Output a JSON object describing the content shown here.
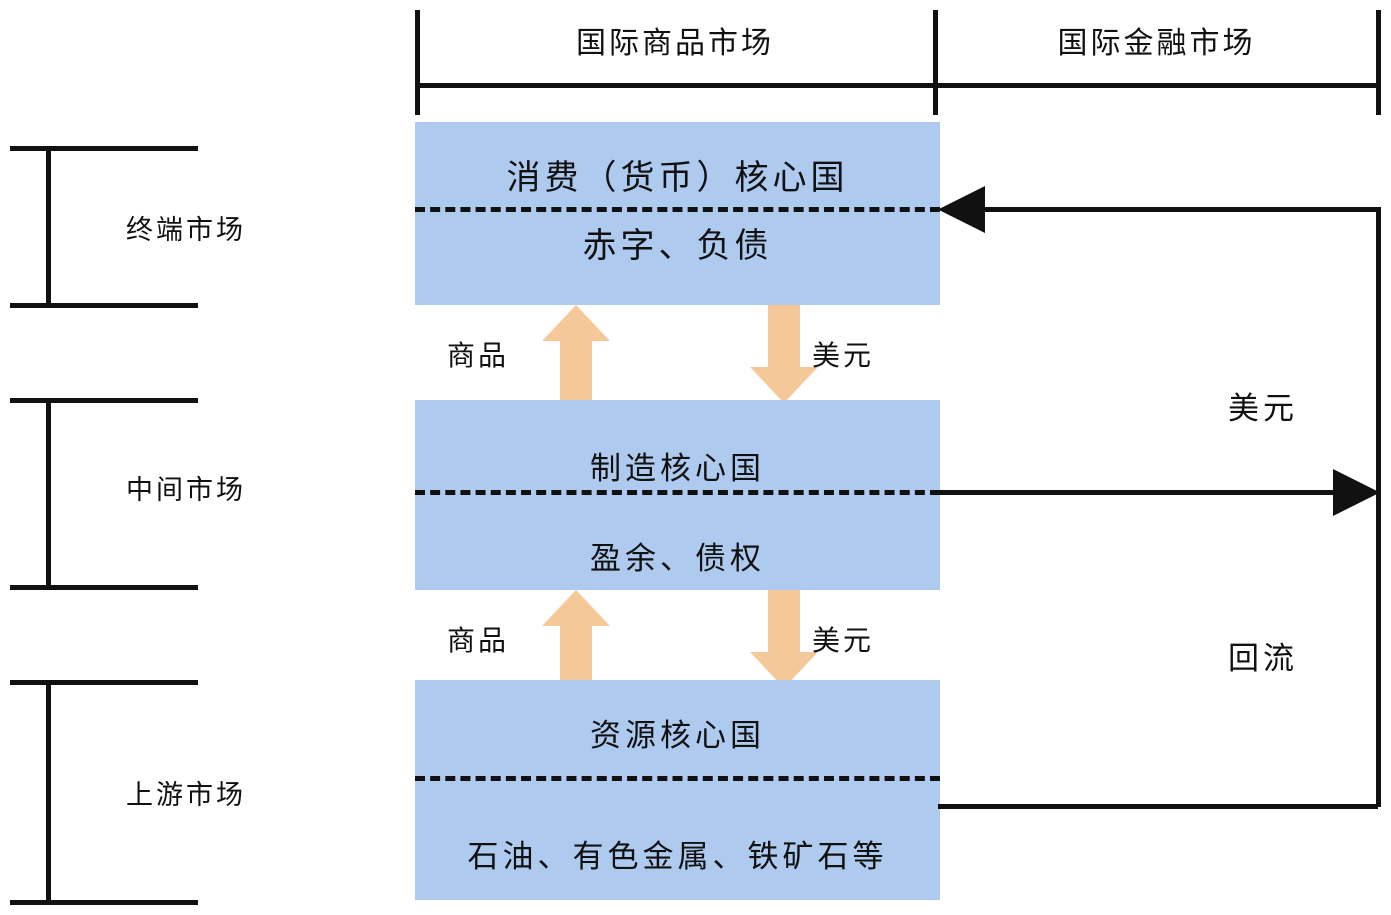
{
  "diagram": {
    "title_present": false,
    "colors": {
      "box_fill": "#aecbef",
      "arrow_fill": "#f5c89a",
      "line": "#111111",
      "background": "#ffffff"
    },
    "header": {
      "left_label": "国际商品市场",
      "right_label": "国际金融市场"
    },
    "tiers": [
      {
        "label": "终端市场"
      },
      {
        "label": "中间市场"
      },
      {
        "label": "上游市场"
      }
    ],
    "boxes": [
      {
        "top_text": "消费（货币）核心国",
        "bottom_text": "赤字、负债"
      },
      {
        "top_text": "制造核心国",
        "bottom_text": "盈余、债权"
      },
      {
        "top_text": "资源核心国",
        "bottom_text": "石油、有色金属、铁矿石等"
      }
    ],
    "flows_vertical": [
      {
        "goods_label": "商品",
        "dollar_label": "美元"
      },
      {
        "goods_label": "商品",
        "dollar_label": "美元"
      }
    ],
    "flows_right": [
      {
        "label": "美元"
      },
      {
        "label": "回流"
      }
    ]
  }
}
